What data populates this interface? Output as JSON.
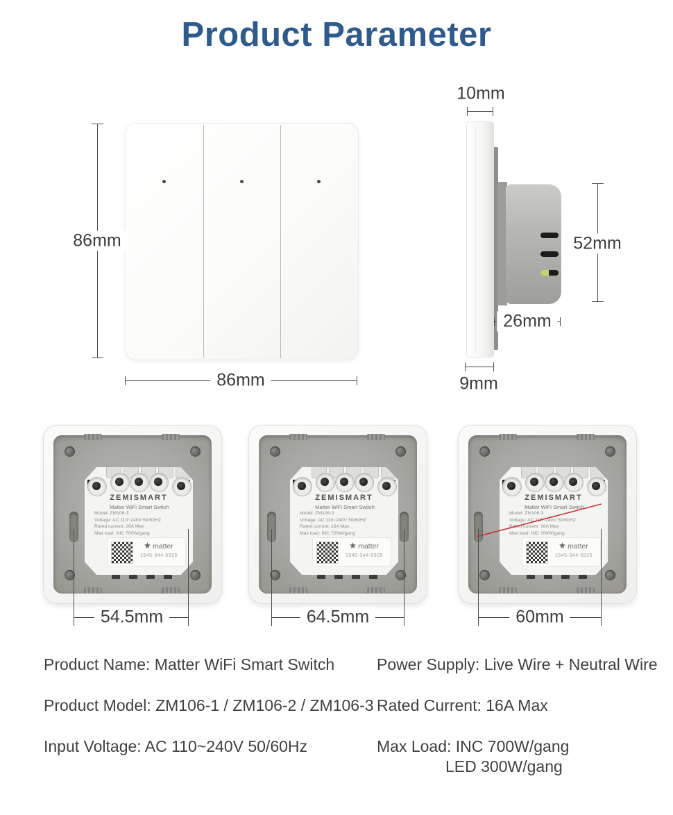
{
  "title": "Product Parameter",
  "colors": {
    "title_blue": "#2f5a8c",
    "dimension_line": "#4b4b4b",
    "red_marker": "#c43434",
    "panel_white": "#fbfbf9",
    "recess_gray": "#a7a7a3"
  },
  "front_view": {
    "height": "86mm",
    "width": "86mm"
  },
  "side_view": {
    "frame_thickness": "10mm",
    "module_height": "52mm",
    "module_depth": "26mm",
    "panel_thickness": "9mm"
  },
  "back_views": [
    {
      "hole_spacing": "54.5mm"
    },
    {
      "hole_spacing": "64.5mm"
    },
    {
      "hole_spacing": "60mm"
    }
  ],
  "module_label": {
    "brand": "ZEMISMART",
    "product": "Matter WiFi Smart Switch",
    "model": "Model: ZM106-3",
    "voltage": "Voltage: AC 110~240V  50/60HZ",
    "current": "Rated current: 16A Max",
    "load1": "Max load: INC 700W/gang",
    "load2": "LED 300W/gang",
    "matter": "matter",
    "code": "1545-344-5925"
  },
  "specs": {
    "left": [
      "Product Name: Matter WiFi Smart Switch",
      "Product Model: ZM106-1 / ZM106-2 / ZM106-3",
      "Input Voltage: AC 110~240V   50/60Hz"
    ],
    "right": [
      "Power Supply: Live Wire + Neutral Wire",
      "Rated Current: 16A Max",
      "Max Load: INC 700W/gang",
      "LED 300W/gang"
    ]
  }
}
